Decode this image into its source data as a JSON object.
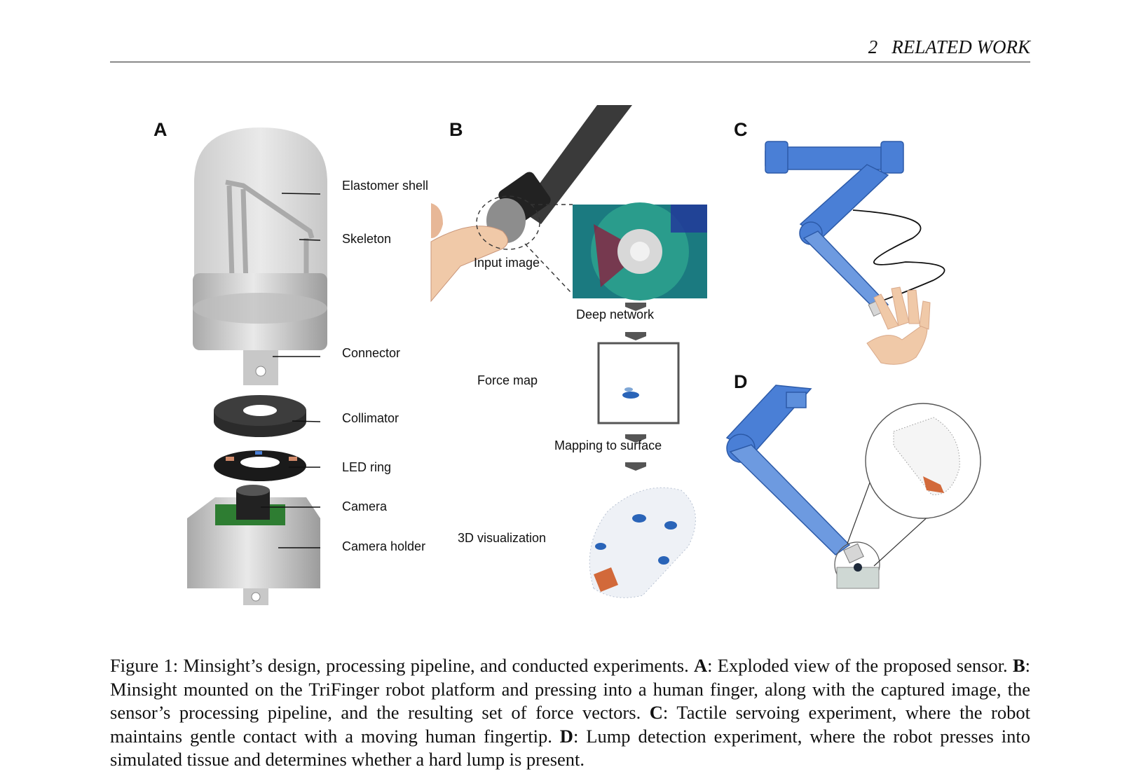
{
  "header": {
    "section_number": "2",
    "section_title": "RELATED WORK"
  },
  "panels": {
    "a": {
      "letter": "A",
      "labels": [
        "Elastomer shell",
        "Skeleton",
        "Connector",
        "Collimator",
        "LED ring",
        "Camera",
        "Camera holder"
      ]
    },
    "b": {
      "letter": "B",
      "labels": [
        "Input image",
        "Deep network",
        "Force map",
        "Mapping to surface",
        "3D visualization"
      ]
    },
    "c": {
      "letter": "C"
    },
    "d": {
      "letter": "D"
    }
  },
  "caption": {
    "prefix": "Figure 1: Minsight’s design, processing pipeline, and conducted experiments. ",
    "a_key": "A",
    "a_text": ": Exploded view of the proposed sensor. ",
    "b_key": "B",
    "b_text": ": Minsight mounted on the TriFinger robot platform and pressing into a human finger, along with the captured image, the sensor’s processing pipeline, and the resulting set of force vectors. ",
    "c_key": "C",
    "c_text": ": Tactile servoing experiment, where the robot maintains gentle contact with a moving human fingertip. ",
    "d_key": "D",
    "d_text": ": Lump detection experiment, where the robot presses into simulated tissue and determines whether a hard lump is present."
  },
  "colors": {
    "robot_blue": "#4a7fd6",
    "skin": "#f0c9a8",
    "force_orange": "#d2693a",
    "force_blue": "#2a64b8"
  }
}
